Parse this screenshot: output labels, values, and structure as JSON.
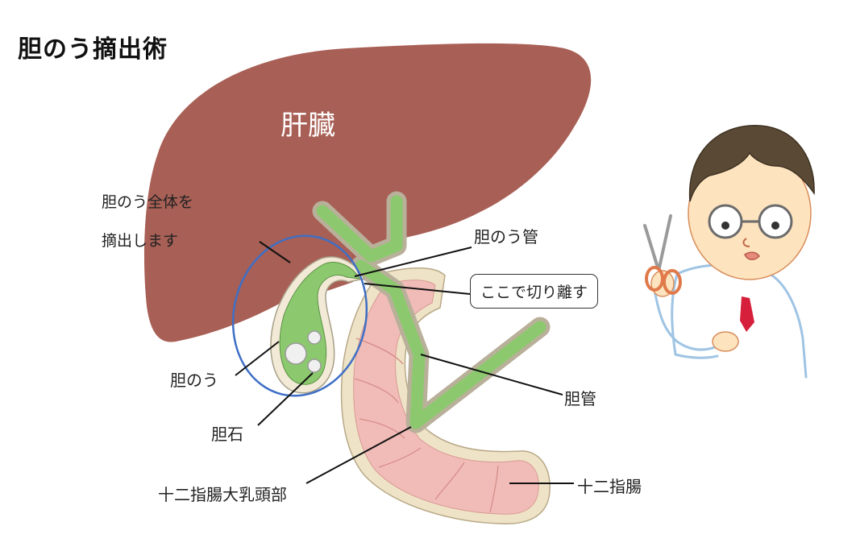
{
  "title": "胆のう摘出術",
  "labels": {
    "liver": "肝臓",
    "note_line1": "胆のう全体を",
    "note_line2": "摘出します",
    "cystic_duct": "胆のう管",
    "cut_here": "ここで切り離す",
    "gallbladder": "胆のう",
    "gallstone": "胆石",
    "bile_duct": "胆管",
    "papilla": "十二指腸大乳頭部",
    "duodenum": "十二指腸"
  },
  "colors": {
    "liver": "#a85f55",
    "gallbladder": "#8cc96e",
    "duct_wall": "#f2ead6",
    "duodenum": "#f1bcb8",
    "duodenum_wall": "#efe3c7",
    "circle": "#3f6fc4",
    "skin": "#fde3be",
    "hair": "#5a4a35",
    "tie": "#d6203b",
    "coat_line": "#9fc4e4",
    "scissors": "#e07a4a"
  }
}
